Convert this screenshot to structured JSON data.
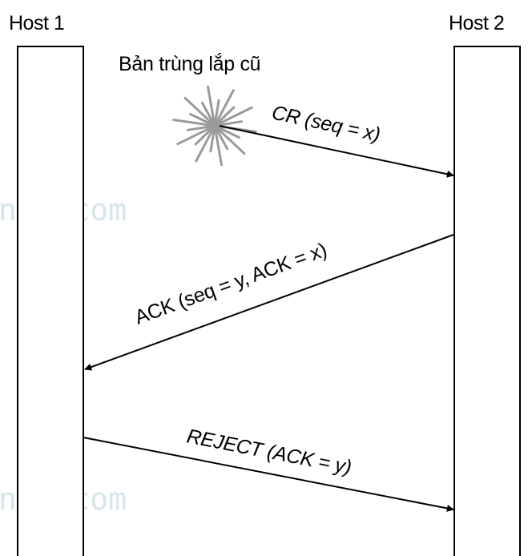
{
  "hosts": {
    "left": {
      "label": "Host 1"
    },
    "right": {
      "label": "Host 2"
    }
  },
  "old_duplicate_note": "Bản trùng lắp cũ",
  "messages": [
    {
      "label": "CR (seq = x)",
      "direction": "to-right",
      "style": "italic"
    },
    {
      "label": "ACK (seq = y, ACK = x)",
      "direction": "to-left",
      "style": "normal"
    },
    {
      "label": "REJECT (ACK = y)",
      "direction": "to-right",
      "style": "italic"
    }
  ],
  "watermark_text": "ng. com",
  "colors": {
    "line": "#000000",
    "burst": "#9a9a9a",
    "watermark": "#d7e4ea"
  }
}
